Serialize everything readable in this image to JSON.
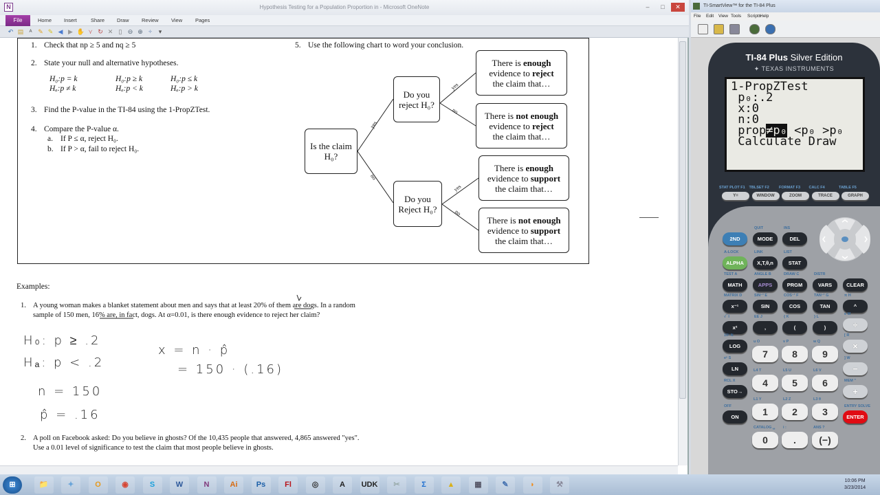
{
  "onenote": {
    "title": "Hypothesis Testing for a Population Proportion in  - Microsoft OneNote",
    "logo": "N",
    "file_tab": "File",
    "tabs": [
      "Home",
      "Insert",
      "Share",
      "Draw",
      "Review",
      "View",
      "Pages"
    ],
    "qat_icons": [
      "undo-icon",
      "page-icon",
      "ink-to-text-icon",
      "pen-icon",
      "highlighter-icon",
      "back-icon",
      "forward-icon",
      "hand-icon",
      "pen-dropdown-icon",
      "lasso-icon",
      "eraser-icon",
      "new-page-icon",
      "zoom-out-icon",
      "zoom-in-icon",
      "insert-space-icon",
      "customize-icon"
    ],
    "window_buttons": [
      "–",
      "□",
      "✕"
    ]
  },
  "document": {
    "steps": [
      {
        "num": "1.",
        "text": "Check that np ≥ 5 and nq ≥ 5"
      },
      {
        "num": "2.",
        "text": "State your null and alternative  hypotheses."
      },
      {
        "num": "3.",
        "text": "Find the P-value in the TI-84 using the 1-PropZTest."
      },
      {
        "num": "4.",
        "text": "Compare the P-value  α."
      }
    ],
    "hypotheses": [
      {
        "h0": "H₀:p = k",
        "ha": "Hₐ:p ≠ k"
      },
      {
        "h0": "H₀:p ≥ k",
        "ha": "Hₐ:p < k"
      },
      {
        "h0": "H₀:p ≤ k",
        "ha": "Hₐ:p > k"
      }
    ],
    "substeps": [
      {
        "num": "a.",
        "text": "If P ≤ α, reject H₀."
      },
      {
        "num": "b.",
        "text": "If P > α, fail to reject H₀."
      }
    ],
    "step5": {
      "num": "5.",
      "text": "Use the following  chart to word your conclusion."
    },
    "flowchart": {
      "root": "Is the claim H₀?",
      "q_yes": "Do you reject H₀?",
      "q_no": "Do you Reject H₀?",
      "edge_yes": "yes",
      "edge_no": "no",
      "r1": [
        "There is ",
        "enough",
        " evidence to ",
        "reject",
        " the claim that…"
      ],
      "r2": [
        "There is ",
        "not enough",
        " evidence to ",
        "reject",
        " the claim that…"
      ],
      "r3": [
        "There is ",
        "enough",
        " evidence to ",
        "support",
        " the claim that…"
      ],
      "r4": [
        "There is ",
        "not enough",
        " evidence to ",
        "support",
        " the claim that…"
      ]
    },
    "examples_label": "Examples:",
    "example1": {
      "num": "1.",
      "line1": "A young woman makes a blanket statement about men and says that at least 20% of them are dogs. In a random",
      "line2": "sample of 150 men, 16% are, in fact, dogs. At α=0.01, is there enough evidence to reject her claim?"
    },
    "handwriting": [
      "H₀: p ≥ .2",
      "Hₐ: p < .2",
      "n = 150",
      "p̂ = .16",
      "x = n · p̂",
      "= 150 · (.16)"
    ],
    "example2": {
      "num": "2.",
      "line1": "A poll on Facebook asked: Do you believe in ghosts? Of the 10,435 people that answered, 4,865 answered \"yes\".",
      "line2": "Use a 0.01 level of significance  to test the claim that most people believe in ghosts."
    }
  },
  "smartview": {
    "title": "TI-SmartView™ for the TI-84 Plus",
    "menu": [
      "File",
      "Edit",
      "View",
      "Tools",
      "Scripts",
      "Help"
    ],
    "toolbar_icons": [
      "new-file-icon",
      "open-folder-icon",
      "save-image-icon",
      "calculator-icon",
      "refresh-icon"
    ],
    "brand_bold": "TI-84 Plus",
    "brand_light": " Silver Edition",
    "maker": "✦ TEXAS INSTRUMENTS",
    "screen": {
      "l1": "1-PropZTest",
      "l2": " p₀:.2",
      "l3": " x:0",
      "l4": " n:0",
      "l5a": " prop",
      "l5sel": "≠p₀",
      "l5b": " <p₀ >p₀",
      "l6": " Calculate Draw"
    },
    "fkeys": [
      {
        "label": "Y=",
        "sec": "STAT PLOT F1"
      },
      {
        "label": "WINDOW",
        "sec": "TBLSET F2"
      },
      {
        "label": "ZOOM",
        "sec": "FORMAT F3"
      },
      {
        "label": "TRACE",
        "sec": "CALC F4"
      },
      {
        "label": "GRAPH",
        "sec": "TABLE F5"
      }
    ],
    "keys": [
      [
        {
          "label": "2ND",
          "cls": "k2nd"
        },
        {
          "label": "MODE",
          "sec": "QUIT"
        },
        {
          "label": "DEL",
          "sec": "INS"
        }
      ],
      [
        {
          "label": "ALPHA",
          "cls": "kalpha",
          "sec": "A-LOCK"
        },
        {
          "label": "X,T,θ,n",
          "sec": "LINK"
        },
        {
          "label": "STAT",
          "sec": "LIST"
        }
      ],
      [
        {
          "label": "MATH",
          "sec": "TEST  A"
        },
        {
          "label": "APPS",
          "cls": "kapps",
          "sec": "ANGLE  B"
        },
        {
          "label": "PRGM",
          "sec": "DRAW  C"
        },
        {
          "label": "VARS",
          "sec": "DISTR"
        },
        {
          "label": "CLEAR"
        }
      ],
      [
        {
          "label": "x⁻¹",
          "sec": "MATRIX  D"
        },
        {
          "label": "SIN",
          "sec": "SIN⁻¹  E"
        },
        {
          "label": "COS",
          "sec": "COS⁻¹  F"
        },
        {
          "label": "TAN",
          "sec": "TAN⁻¹  G"
        },
        {
          "label": "^",
          "sec": "π  H"
        }
      ],
      [
        {
          "label": "x²",
          "sec": "√‾  I"
        },
        {
          "label": ",",
          "sec": "EE  J"
        },
        {
          "label": "(",
          "sec": "{  K"
        },
        {
          "label": ")",
          "sec": "}  L"
        },
        {
          "label": "÷",
          "cls": "ops",
          "sec": "e  M"
        }
      ],
      [
        {
          "label": "LOG",
          "sec": "10ˣ  N"
        },
        {
          "label": "7",
          "cls": "num",
          "sec": "u  O"
        },
        {
          "label": "8",
          "cls": "num",
          "sec": "v  P"
        },
        {
          "label": "9",
          "cls": "num",
          "sec": "w  Q"
        },
        {
          "label": "×",
          "cls": "ops",
          "sec": "[  R"
        }
      ],
      [
        {
          "label": "LN",
          "sec": "eˣ  S"
        },
        {
          "label": "4",
          "cls": "num",
          "sec": "L4  T"
        },
        {
          "label": "5",
          "cls": "num",
          "sec": "L5  U"
        },
        {
          "label": "6",
          "cls": "num",
          "sec": "L6  V"
        },
        {
          "label": "−",
          "cls": "ops",
          "sec": "]  W"
        }
      ],
      [
        {
          "label": "STO→",
          "sec": "RCL  X"
        },
        {
          "label": "1",
          "cls": "num",
          "sec": "L1  Y"
        },
        {
          "label": "2",
          "cls": "num",
          "sec": "L2  Z"
        },
        {
          "label": "3",
          "cls": "num",
          "sec": "L3  θ"
        },
        {
          "label": "+",
          "cls": "ops",
          "sec": "MEM  \""
        }
      ],
      [
        {
          "label": "ON",
          "sec": "OFF"
        },
        {
          "label": "0",
          "cls": "num",
          "sec": "CATALOG  ␣"
        },
        {
          "label": ".",
          "cls": "num",
          "sec": "i  :"
        },
        {
          "label": "(−)",
          "cls": "num",
          "sec": "ANS  ?"
        },
        {
          "label": "ENTER",
          "cls": "kenter",
          "sec": "ENTRY SOLVE"
        }
      ]
    ]
  },
  "taskbar": {
    "apps": [
      {
        "name": "start",
        "label": "⊞",
        "color": "#2b6fb8"
      },
      {
        "name": "explorer",
        "label": "📁",
        "color": "#d9b24a"
      },
      {
        "name": "app-blue",
        "label": "✦",
        "color": "#6aa5d9"
      },
      {
        "name": "outlook",
        "label": "O",
        "color": "#e69a1e"
      },
      {
        "name": "chrome",
        "label": "◉",
        "color": "#d64533"
      },
      {
        "name": "skype",
        "label": "S",
        "color": "#1aa0dc"
      },
      {
        "name": "word",
        "label": "W",
        "color": "#2b579a"
      },
      {
        "name": "onenote",
        "label": "N",
        "color": "#80397b"
      },
      {
        "name": "illustrator",
        "label": "Ai",
        "color": "#d86c12"
      },
      {
        "name": "photoshop",
        "label": "Ps",
        "color": "#1c5fa8"
      },
      {
        "name": "flash",
        "label": "Fl",
        "color": "#b8141b"
      },
      {
        "name": "camtasia",
        "label": "◎",
        "color": "#333"
      },
      {
        "name": "inkscape",
        "label": "A",
        "color": "#222"
      },
      {
        "name": "udk",
        "label": "UDK",
        "color": "#222"
      },
      {
        "name": "snipping",
        "label": "✂",
        "color": "#9aa"
      },
      {
        "name": "sigma",
        "label": "Σ",
        "color": "#1e6fd0"
      },
      {
        "name": "geogebra",
        "label": "▲",
        "color": "#d9b01a"
      },
      {
        "name": "smartview",
        "label": "▦",
        "color": "#556"
      },
      {
        "name": "paint",
        "label": "✎",
        "color": "#4471b0"
      },
      {
        "name": "audacity",
        "label": "◗",
        "color": "#f08c1a"
      },
      {
        "name": "tool",
        "label": "⚒",
        "color": "#889"
      }
    ],
    "time": "10:06 PM",
    "date": "3/23/2014"
  }
}
